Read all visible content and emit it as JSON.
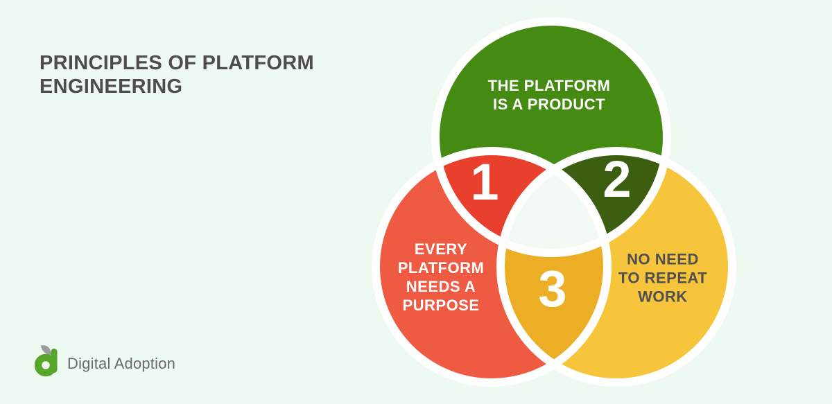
{
  "background_color": "#edf9f1",
  "title": {
    "lines": [
      "PRINCIPLES OF PLATFORM",
      "ENGINEERING"
    ],
    "color": "#4d4d4d"
  },
  "venn": {
    "stroke_color": "#ffffff",
    "center_fill": "#f3faf3",
    "circles": [
      {
        "id": "the-platform-is-a-product",
        "label_lines": [
          "THE PLATFORM",
          "IS A PRODUCT"
        ],
        "fill": "#458a12",
        "text_color": "#ffffff"
      },
      {
        "id": "every-platform-needs-a-purpose",
        "label_lines": [
          "EVERY",
          "PLATFORM",
          "NEEDS A",
          "PURPOSE"
        ],
        "fill": "#ee5a42",
        "text_color": "#ffffff"
      },
      {
        "id": "no-need-to-repeat-work",
        "label_lines": [
          "NO NEED",
          "TO REPEAT",
          "WORK"
        ],
        "fill": "#f7c53c",
        "text_color": "#4f4f50"
      }
    ],
    "intersections": [
      {
        "number": "1",
        "between": "product-purpose",
        "fill": "#e8402c",
        "number_color": "#ffffff"
      },
      {
        "number": "2",
        "between": "product-repeat",
        "fill": "#3b5e10",
        "number_color": "#ffffff"
      },
      {
        "number": "3",
        "between": "purpose-repeat",
        "fill": "#ecae24",
        "number_color": "#ffffff"
      }
    ]
  },
  "logo": {
    "text": "Digital Adoption",
    "text_color": "#6a6a6d",
    "mark_green": "#55a629",
    "mark_gray": "#9a9a9a"
  }
}
